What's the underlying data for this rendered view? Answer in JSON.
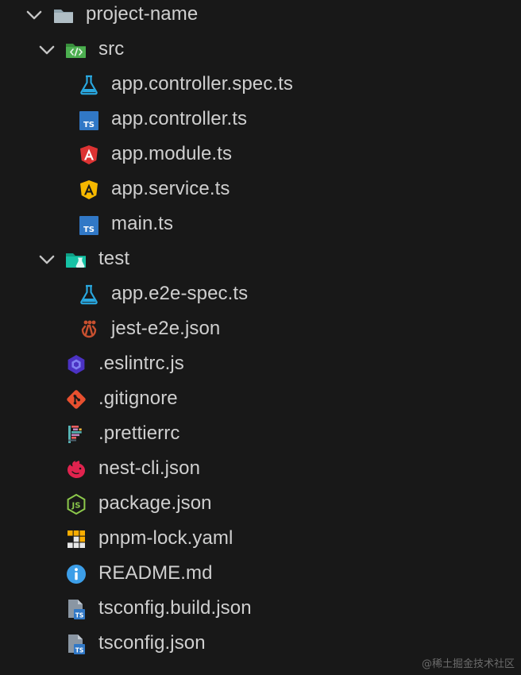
{
  "tree": {
    "root": {
      "name": "project-name",
      "icon": "folder-icon",
      "expanded": true
    },
    "src": {
      "name": "src",
      "icon": "folder-src-icon",
      "expanded": true,
      "files": [
        {
          "name": "app.controller.spec.ts",
          "icon": "test-flask-icon"
        },
        {
          "name": "app.controller.ts",
          "icon": "typescript-icon"
        },
        {
          "name": "app.module.ts",
          "icon": "angular-red-icon"
        },
        {
          "name": "app.service.ts",
          "icon": "angular-yellow-icon"
        },
        {
          "name": "main.ts",
          "icon": "typescript-icon"
        }
      ]
    },
    "test": {
      "name": "test",
      "icon": "folder-test-icon",
      "expanded": true,
      "files": [
        {
          "name": "app.e2e-spec.ts",
          "icon": "test-flask-icon"
        },
        {
          "name": "jest-e2e.json",
          "icon": "jest-icon"
        }
      ]
    },
    "files": [
      {
        "name": ".eslintrc.js",
        "icon": "eslint-icon"
      },
      {
        "name": ".gitignore",
        "icon": "git-icon"
      },
      {
        "name": ".prettierrc",
        "icon": "prettier-icon"
      },
      {
        "name": "nest-cli.json",
        "icon": "nestjs-icon"
      },
      {
        "name": "package.json",
        "icon": "nodejs-icon"
      },
      {
        "name": "pnpm-lock.yaml",
        "icon": "pnpm-icon"
      },
      {
        "name": "README.md",
        "icon": "info-icon"
      },
      {
        "name": "tsconfig.build.json",
        "icon": "tsconfig-icon"
      },
      {
        "name": "tsconfig.json",
        "icon": "tsconfig-icon"
      }
    ]
  },
  "watermark": "@稀土掘金技术社区",
  "colors": {
    "background": "#181818",
    "text": "#cfcfcf",
    "typescript": "#3178c6",
    "test_flask": "#29a8e0",
    "angular_red": "#dd3333",
    "angular_yellow": "#f5b800",
    "jest": "#c8502f",
    "eslint": "#4b32c3",
    "git": "#e8502f",
    "nest": "#e0234e",
    "node": "#8cc84b",
    "info": "#3c9ee8",
    "folder_src": "#4caf50",
    "folder_test": "#16c2a5"
  }
}
